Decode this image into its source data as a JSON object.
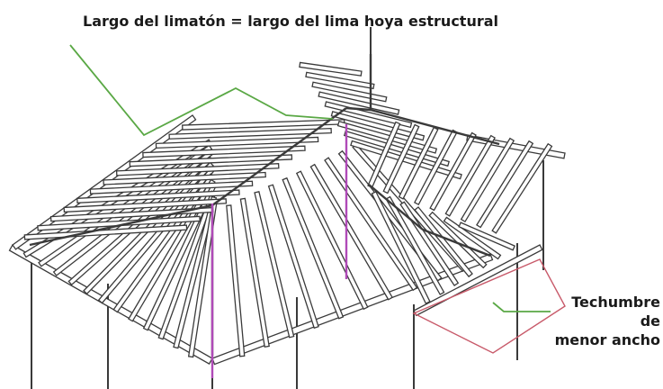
{
  "labels": {
    "top": "Largo del limatón = largo del lima hoya estructural",
    "side_line1": "Techumbre de",
    "side_line2": "menor ancho"
  },
  "colors": {
    "structure": "#3a3a3a",
    "callout": "#5aa845",
    "measure": "#b04ab8",
    "outline": "#c85a6a"
  }
}
